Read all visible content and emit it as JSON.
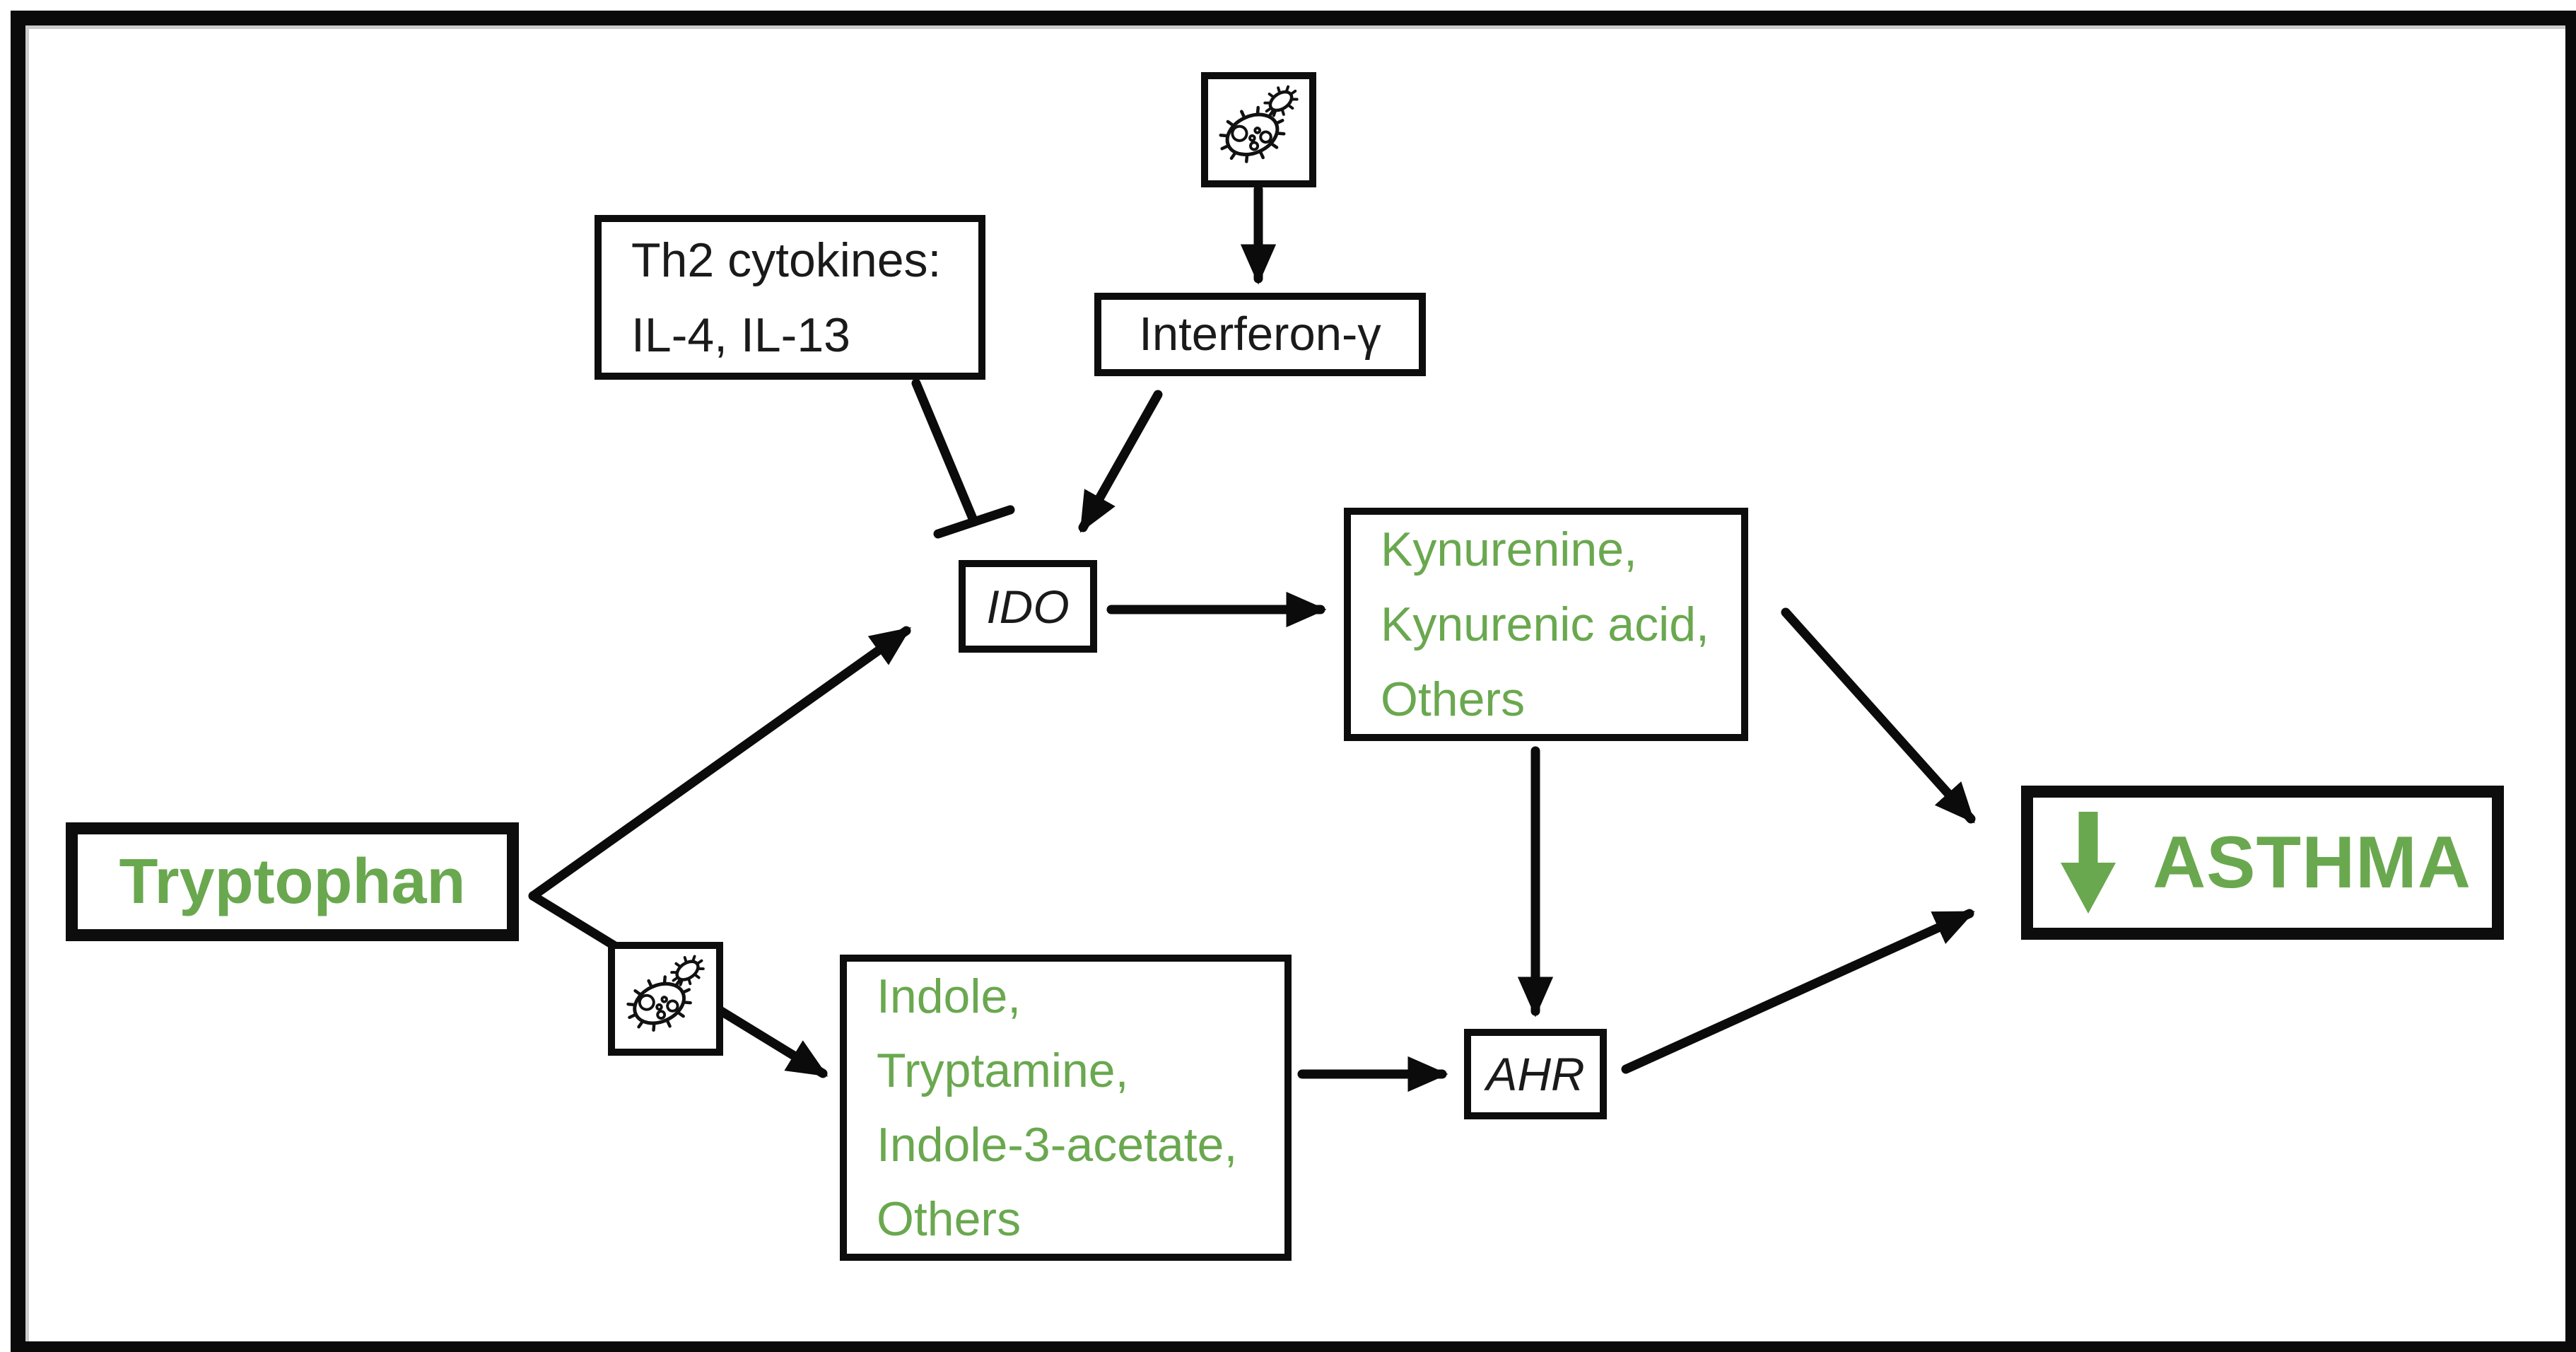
{
  "colors": {
    "accent_green": "#6aa84f",
    "line_black": "#0b0b0b",
    "background": "#ffffff"
  },
  "boxes": {
    "th2_cytokines": {
      "lines": [
        "Th2 cytokines:",
        "IL-4, IL-13"
      ]
    },
    "interferon": {
      "label": "Interferon-γ"
    },
    "ido": {
      "label": "IDO"
    },
    "kynurenine_metabolites": {
      "lines": [
        "Kynurenine,",
        "Kynurenic acid,",
        "Others"
      ]
    },
    "tryptophan": {
      "label": "Tryptophan"
    },
    "indole_metabolites": {
      "lines": [
        "Indole,",
        "Tryptamine,",
        "Indole-3-acetate,",
        "Others"
      ]
    },
    "ahr": {
      "label": "AHR"
    },
    "asthma": {
      "label": "ASTHMA"
    }
  },
  "icons": {
    "microbe_top": "bacteria-icon",
    "microbe_lower": "bacteria-icon",
    "asthma_arrow": "down-block-arrow"
  },
  "edges": [
    {
      "from": "microbe_top",
      "to": "interferon",
      "type": "arrow"
    },
    {
      "from": "th2_cytokines",
      "to": "ido",
      "type": "inhibition"
    },
    {
      "from": "interferon",
      "to": "ido",
      "type": "arrow"
    },
    {
      "from": "tryptophan",
      "to": "ido",
      "type": "arrow"
    },
    {
      "from": "tryptophan",
      "to": "indole_metabolites",
      "via": "microbe_lower",
      "type": "arrow"
    },
    {
      "from": "ido",
      "to": "kynurenine_metabolites",
      "type": "arrow"
    },
    {
      "from": "kynurenine_metabolites",
      "to": "ahr",
      "type": "arrow"
    },
    {
      "from": "indole_metabolites",
      "to": "ahr",
      "type": "arrow"
    },
    {
      "from": "kynurenine_metabolites",
      "to": "asthma",
      "type": "arrow"
    },
    {
      "from": "ahr",
      "to": "asthma",
      "type": "arrow"
    }
  ]
}
